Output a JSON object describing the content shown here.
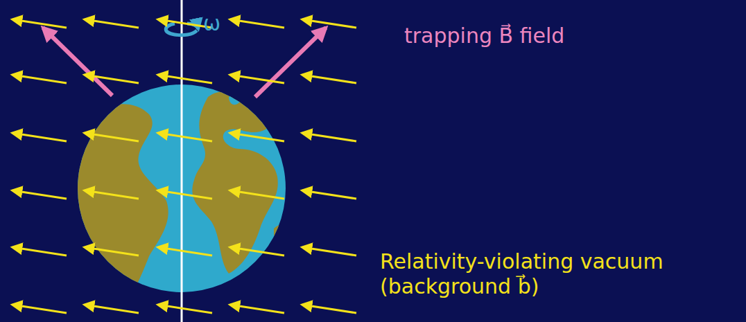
{
  "diagram": {
    "labels": [
      "ω",
      "trapping B⃗ field",
      "Relativity-violating vacuum (background b⃗)"
    ]
  }
}
